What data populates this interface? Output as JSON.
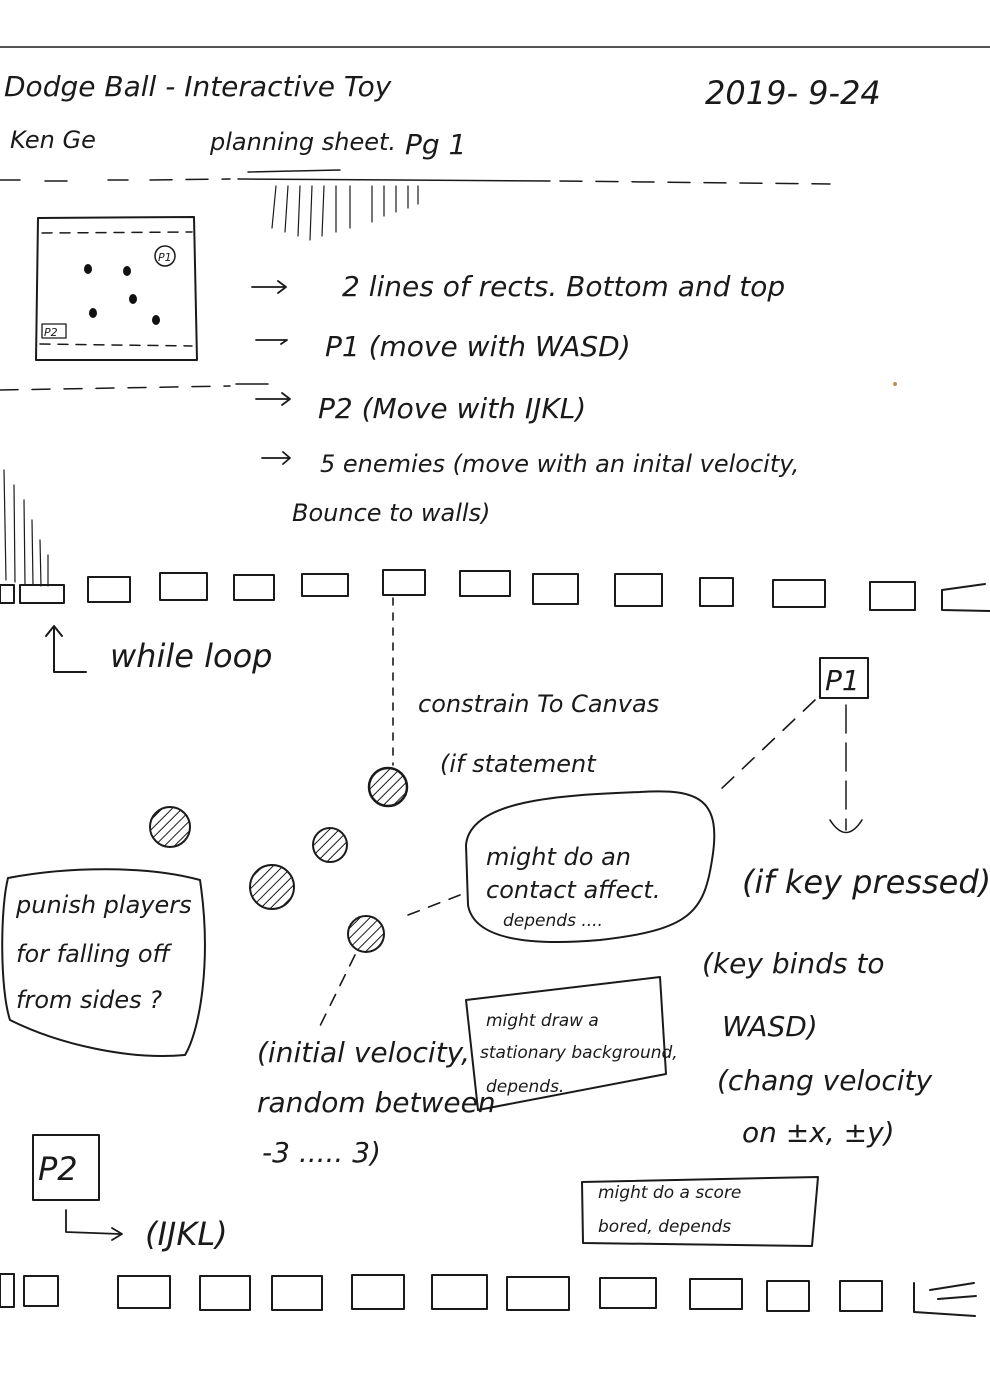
{
  "header": {
    "title": "Dodge Ball - Interactive Toy",
    "date": "2019- 9-24",
    "author": "Ken Ge",
    "sheet_label": "planning sheet.",
    "page": "Pg 1"
  },
  "thumbnail": {
    "p1_label": "P1",
    "p2_label": "P2"
  },
  "notes": {
    "item_1": "2 lines of rects. Bottom and top",
    "item_2": "P1 (move with WASD)",
    "item_3": "P2 (Move with IJKL)",
    "item_4_line1": "5 enemies (move with an inital velocity,",
    "item_4_line2": "Bounce to walls)"
  },
  "diagram": {
    "while_loop": "while loop",
    "constrain_line1": "constrain To Canvas",
    "constrain_line2": "(if statement",
    "p1_label": "P1",
    "if_key_pressed": "(if key pressed)",
    "key_binds_line1": "(key binds to",
    "key_binds_line2": "WASD)",
    "change_velocity_line1": "(chang velocity",
    "change_velocity_line2": "on ±x, ±y)",
    "contact_line1": "might do an",
    "contact_line2": "contact affect.",
    "contact_line3": "depends ....",
    "punish_line1": "punish players",
    "punish_line2": "for falling off",
    "punish_line3": "from sides ?",
    "initial_line1": "(initial velocity,",
    "initial_line2": "random between",
    "initial_line3": "-3 ..... 3)",
    "background_line1": "might draw a",
    "background_line2": "stationary background,",
    "background_line3": "depends.",
    "p2_label": "P2",
    "p2_keys": "(IJKL)",
    "score_line1": "might do a score",
    "score_line2": "bored, depends"
  },
  "colors": {
    "ink": "#1a1a1a",
    "paper": "#ffffff"
  }
}
